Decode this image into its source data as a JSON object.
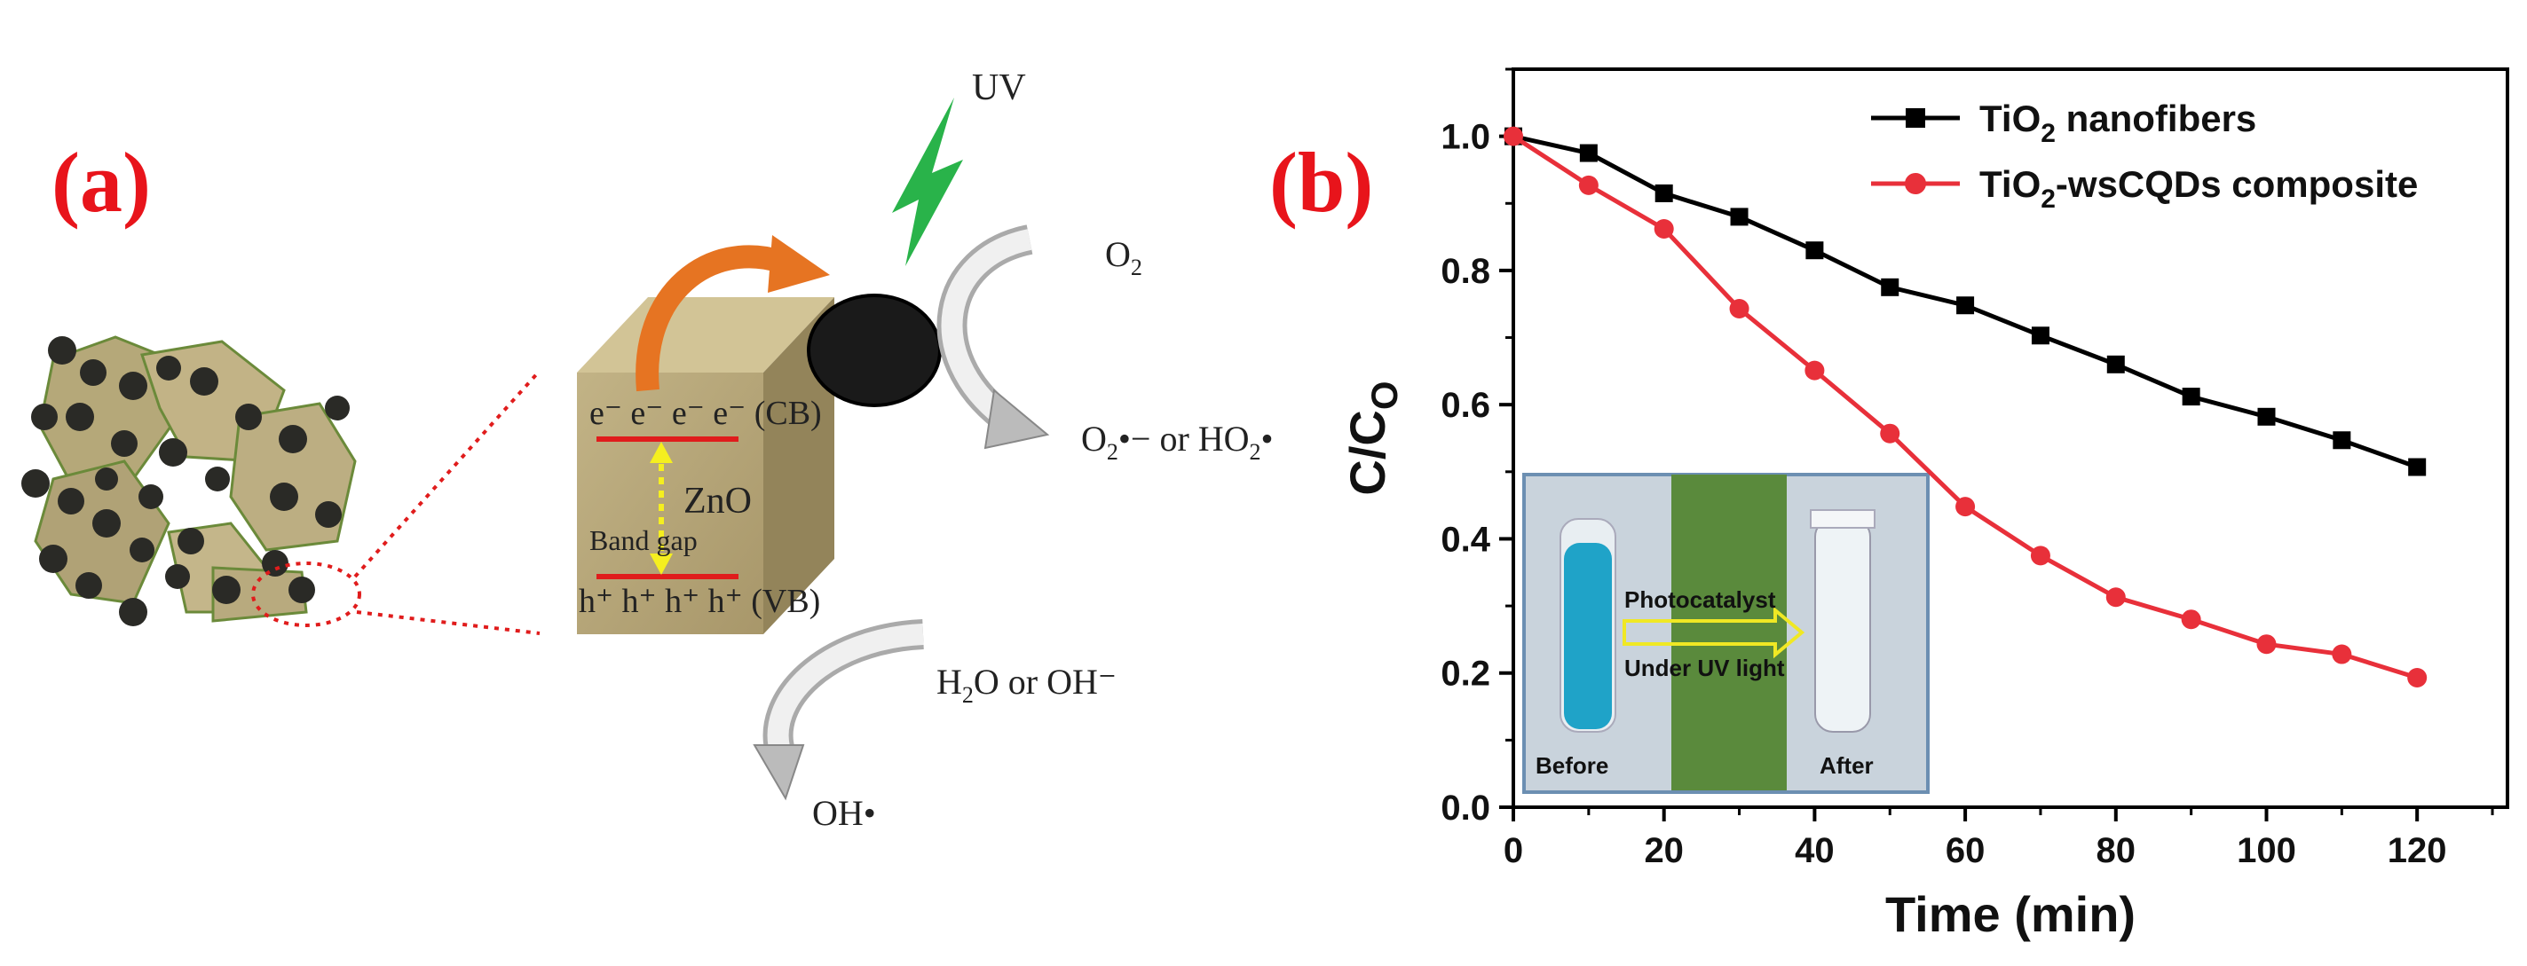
{
  "panel_a": {
    "label": "(a)",
    "uv": "UV",
    "o2": "O",
    "o2_sub": "2",
    "superoxide": "O",
    "superoxide_sub": "2",
    "superoxide_rest": "•−   or HO",
    "superoxide_sub2": "2",
    "superoxide_end": "•",
    "cb_text": "e⁻ e⁻ e⁻ e⁻ (CB)",
    "vb_text": "h⁺ h⁺ h⁺ h⁺ (VB)",
    "zno": "ZnO",
    "band_gap": "Band gap",
    "water": "H",
    "water_sub": "2",
    "water_rest": "O or OH⁻",
    "hydroxyl": "OH•",
    "colors": {
      "crystal": "#b5a879",
      "particle": "#1a1a1a",
      "uv_bolt": "#29b34a",
      "arrow": "#e67422",
      "band": "#e01c1c",
      "gap_arrow": "#f5ef1f"
    }
  },
  "panel_b": {
    "label": "(b)",
    "legend": [
      {
        "text": "TiO",
        "sub": "2",
        "rest": " nanofibers"
      },
      {
        "text": "TiO",
        "sub": "2",
        "rest": "-wsCQDs composite"
      }
    ],
    "xlabel": "Time (min)",
    "ylabel_main": "C/C",
    "ylabel_sub": "O",
    "inset": {
      "top_label": "Photocatalyst",
      "bottom_label": "Under UV light",
      "before": "Before",
      "after": "After",
      "colors": {
        "background": "#c9d3dc",
        "green": "#5a8a3c",
        "blue_liquid": "#1fa3c8",
        "arrow": "#f0e824"
      }
    }
  },
  "chart_data": {
    "type": "line",
    "x": [
      0,
      10,
      20,
      30,
      40,
      50,
      60,
      70,
      80,
      90,
      100,
      110,
      120
    ],
    "series": [
      {
        "name": "TiO2 nanofibers",
        "color": "#000000",
        "marker": "square",
        "values": [
          1.0,
          0.975,
          0.915,
          0.88,
          0.83,
          0.775,
          0.748,
          0.703,
          0.66,
          0.612,
          0.582,
          0.547,
          0.507
        ]
      },
      {
        "name": "TiO2-wsCQDs composite",
        "color": "#e8303a",
        "marker": "circle",
        "values": [
          1.0,
          0.927,
          0.862,
          0.743,
          0.651,
          0.557,
          0.448,
          0.375,
          0.313,
          0.28,
          0.243,
          0.228,
          0.193
        ]
      }
    ],
    "xlabel": "Time (min)",
    "ylabel": "C/CO",
    "xlim": [
      0,
      132
    ],
    "ylim": [
      0,
      1.1
    ],
    "xticks": [
      "0",
      "20",
      "40",
      "60",
      "80",
      "100",
      "120"
    ],
    "yticks": [
      "0.0",
      "0.2",
      "0.4",
      "0.6",
      "0.8",
      "1.0"
    ],
    "legend_position": "top-right",
    "grid": false
  }
}
